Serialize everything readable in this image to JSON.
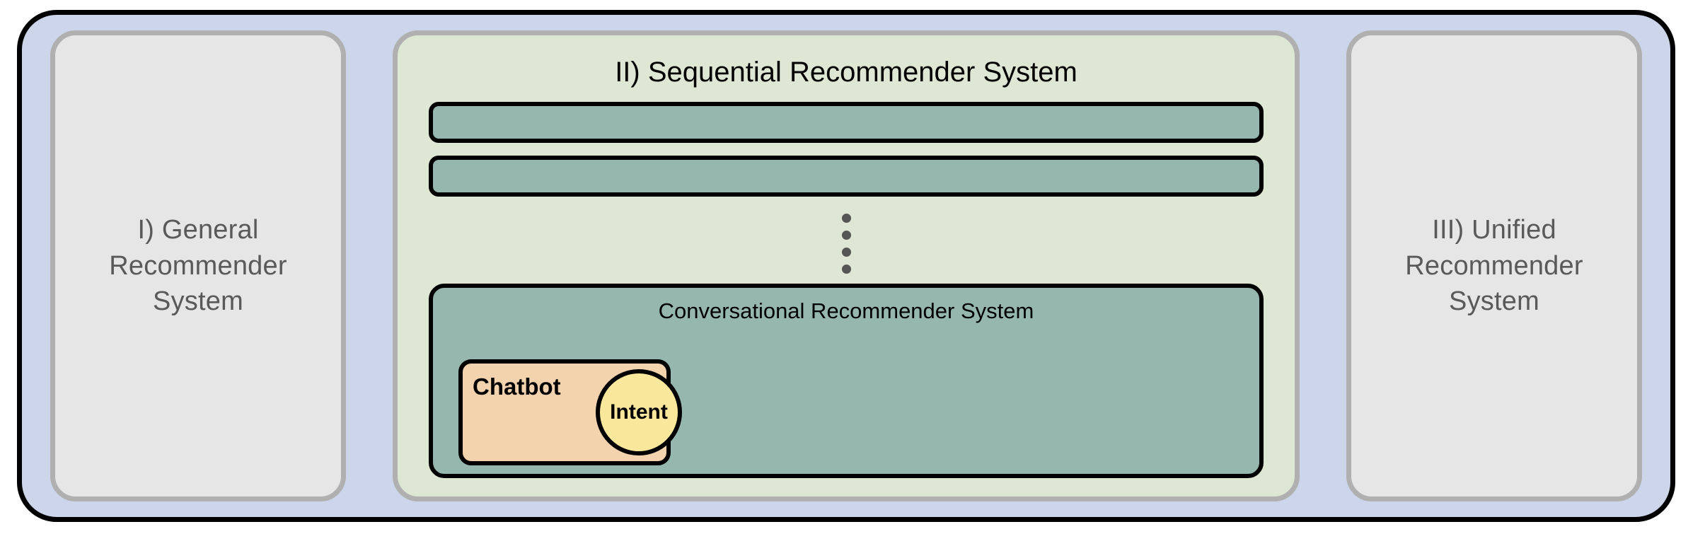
{
  "diagram": {
    "frame": {
      "background_color": "#ccd5ea",
      "border_color": "#000000"
    },
    "panels": {
      "left": {
        "label": "I) General\nRecommender\nSystem",
        "background_color": "#e6e6e6",
        "border_color": "#b0b0b0",
        "text_color": "#595959"
      },
      "middle": {
        "title": "II) Sequential Recommender System",
        "background_color": "#dde7d4",
        "border_color": "#b0b0b0",
        "text_color": "#000000",
        "sequence_bars": [
          {
            "label": "",
            "fill_color": "#96b7ae"
          },
          {
            "label": "",
            "fill_color": "#96b7ae"
          }
        ],
        "ellipsis_dots": 4,
        "conversational": {
          "title": "Conversational Recommender System",
          "background_color": "#96b7ae",
          "border_color": "#000000",
          "chatbot": {
            "label": "Chatbot",
            "background_color": "#f2d3ae",
            "border_color": "#000000",
            "intent": {
              "label": "Intent",
              "background_color": "#f9e79b",
              "border_color": "#000000"
            }
          }
        }
      },
      "right": {
        "label": "III) Unified\nRecommender\nSystem",
        "background_color": "#e6e6e6",
        "border_color": "#b0b0b0",
        "text_color": "#595959"
      }
    }
  }
}
